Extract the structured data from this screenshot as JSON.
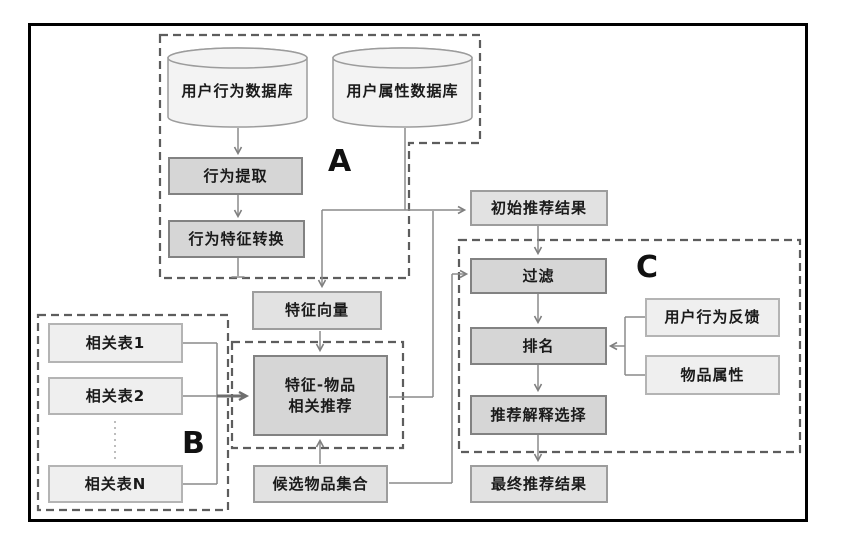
{
  "diagram": {
    "regions": [
      {
        "id": "A",
        "label": "A"
      },
      {
        "id": "B",
        "label": "B"
      },
      {
        "id": "C",
        "label": "C"
      }
    ],
    "nodes": [
      {
        "id": "user-behavior-db",
        "label": "用户行为数据库",
        "shape": "cylinder"
      },
      {
        "id": "user-attribute-db",
        "label": "用户属性数据库",
        "shape": "cylinder"
      },
      {
        "id": "behavior-extraction",
        "label": "行为提取",
        "shape": "process"
      },
      {
        "id": "behavior-feature-conv",
        "label": "行为特征转换",
        "shape": "process"
      },
      {
        "id": "feature-vector",
        "label": "特征向量",
        "shape": "data"
      },
      {
        "id": "feature-item-recommend",
        "label": "特征-物品\n相关推荐",
        "shape": "process"
      },
      {
        "id": "candidate-item-set",
        "label": "候选物品集合",
        "shape": "data"
      },
      {
        "id": "related-table-1",
        "label": "相关表1",
        "shape": "data"
      },
      {
        "id": "related-table-2",
        "label": "相关表2",
        "shape": "data"
      },
      {
        "id": "related-table-n",
        "label": "相关表N",
        "shape": "data"
      },
      {
        "id": "initial-recommend-result",
        "label": "初始推荐结果",
        "shape": "data"
      },
      {
        "id": "filter",
        "label": "过滤",
        "shape": "process"
      },
      {
        "id": "ranking",
        "label": "排名",
        "shape": "process"
      },
      {
        "id": "explanation-selection",
        "label": "推荐解释选择",
        "shape": "process"
      },
      {
        "id": "final-recommend-result",
        "label": "最终推荐结果",
        "shape": "data"
      },
      {
        "id": "user-behavior-feedback",
        "label": "用户行为反馈",
        "shape": "input"
      },
      {
        "id": "item-attributes",
        "label": "物品属性",
        "shape": "input"
      }
    ],
    "colors": {
      "line": "#8a8a8a",
      "dashed_border": "#5d5d5d",
      "process_fill": "#d6d6d6",
      "process_border": "#828282",
      "data_fill": "#e2e2e2",
      "data_border": "#9d9d9d",
      "input_fill": "#efefef",
      "input_border": "#b4b4b4",
      "cylinder_fill": "#f3f3f3",
      "text": "#1a1a1a",
      "frame": "#000000"
    }
  }
}
